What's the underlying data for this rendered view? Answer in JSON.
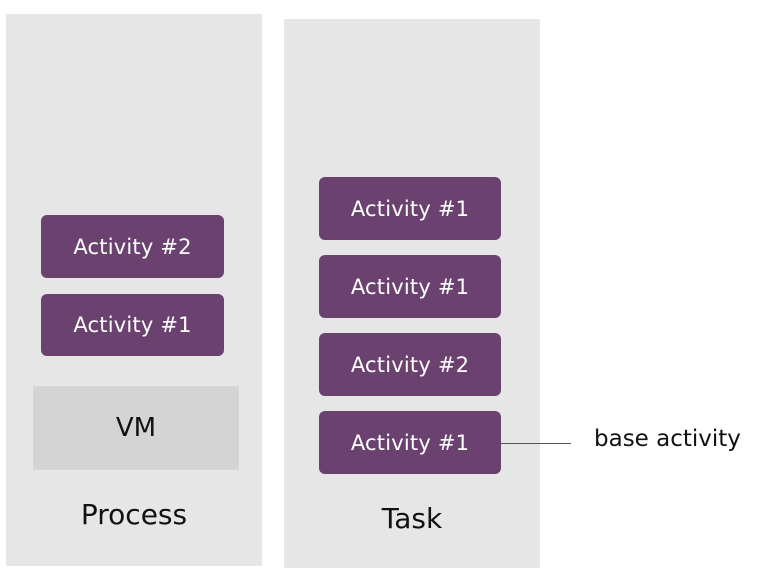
{
  "process": {
    "label": "Process",
    "activities": [
      "Activity #2",
      "Activity #1"
    ],
    "vm_label": "VM"
  },
  "task": {
    "label": "Task",
    "activities": [
      "Activity #1",
      "Activity #1",
      "Activity #2",
      "Activity #1"
    ]
  },
  "annotation": {
    "text": "base activity"
  },
  "colors": {
    "panel_background": "#e6e6e6",
    "activity_fill": "#6b4170",
    "activity_text": "#ffffff",
    "vm_fill": "#d4d4d4"
  }
}
